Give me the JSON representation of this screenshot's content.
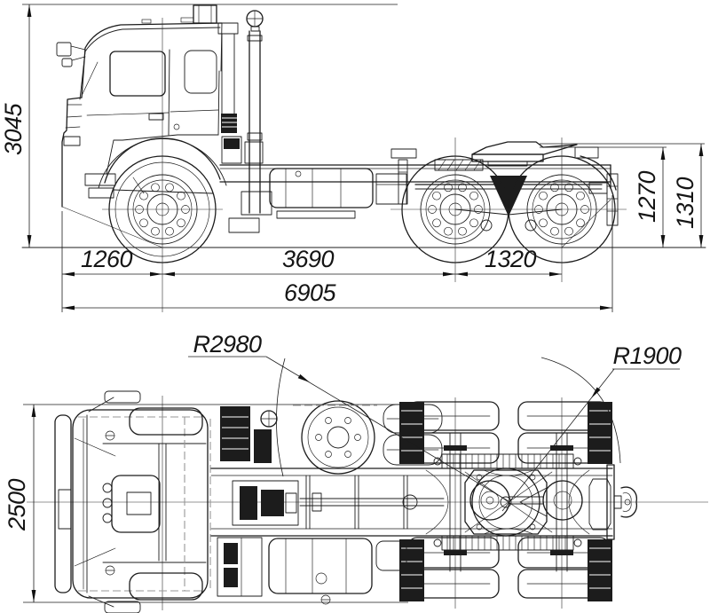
{
  "drawing": {
    "kind": "technical outline drawing of a 6x4 truck tractor, side view and top view",
    "units": "mm",
    "line_color": "#1c1c1c",
    "hidden_line_color": "#979797",
    "background_color": "#ffffff"
  },
  "side_view": {
    "dimensions": {
      "overall_height": "3045",
      "front_overhang": "1260",
      "wheelbase": "3690",
      "rear_bogie_spacing": "1320",
      "overall_length": "6905",
      "frame_height": "1270",
      "fifth_wheel_height": "1310"
    }
  },
  "top_view": {
    "dimensions": {
      "overall_width": "2500",
      "outer_turning_radius": "R2980",
      "inner_turning_radius": "R1900"
    }
  }
}
